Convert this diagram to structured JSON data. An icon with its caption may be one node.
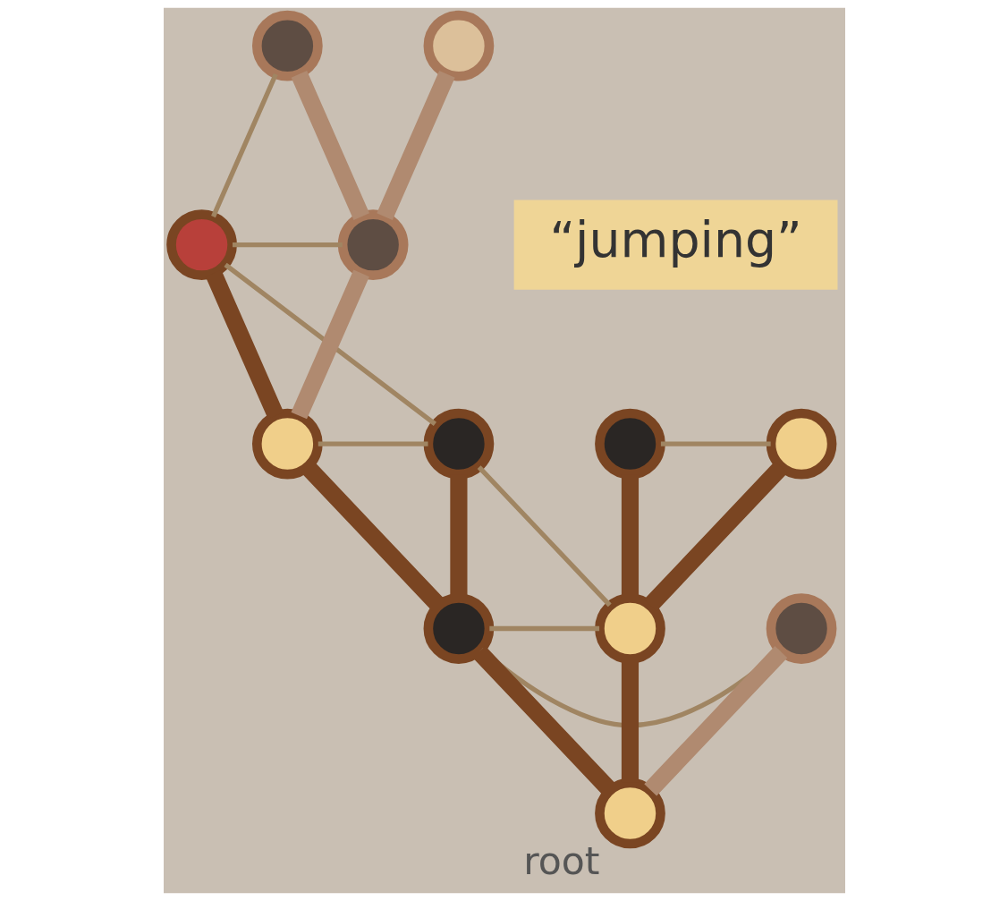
{
  "diagram": {
    "nodes": [
      {
        "text": [],
        "shape": "circle"
      },
      {
        "text": [],
        "shape": "circle"
      },
      {
        "text": [],
        "shape": "circle"
      },
      {
        "text": [],
        "shape": "circle"
      },
      {
        "text": [],
        "shape": "circle"
      },
      {
        "text": [],
        "shape": "circle"
      },
      {
        "text": [],
        "shape": "circle"
      },
      {
        "text": [],
        "shape": "circle"
      },
      {
        "text": [],
        "shape": "circle"
      },
      {
        "text": [],
        "shape": "circle"
      },
      {
        "text": [],
        "shape": "circle"
      },
      {
        "text": [],
        "shape": "circle",
        "beside": [
          "root"
        ]
      }
    ],
    "edges": [
      {
        "from": 11,
        "to": 6,
        "arrow": "none"
      },
      {
        "from": 11,
        "to": 8,
        "arrow": "none"
      },
      {
        "from": 11,
        "to": 10,
        "arrow": "none",
        "color": "#b08a70"
      },
      {
        "from": 6,
        "to": 5,
        "arrow": "none"
      },
      {
        "from": 6,
        "to": 3,
        "arrow": "none"
      },
      {
        "from": 3,
        "to": 1,
        "arrow": "none"
      },
      {
        "from": 3,
        "to": 2,
        "arrow": "none",
        "color": "#b08a70"
      },
      {
        "from": 2,
        "to": 0,
        "arrow": "none",
        "color": "#b08a70"
      },
      {
        "from": 2,
        "to": 4,
        "arrow": "none",
        "color": "#b08a70"
      },
      {
        "from": 8,
        "to": 7,
        "arrow": "none"
      },
      {
        "from": 8,
        "to": 9,
        "arrow": "none"
      },
      {
        "from": 0,
        "to": 1,
        "arrow": "none",
        "color": "#a08562"
      },
      {
        "from": 2,
        "to": 1,
        "arrow": "none",
        "color": "#a08562"
      },
      {
        "from": 1,
        "to": 5,
        "arrow": "none",
        "color": "#a08562"
      },
      {
        "from": 3,
        "to": 5,
        "arrow": "none",
        "color": "#a08562"
      },
      {
        "from": 6,
        "to": 8,
        "arrow": "none",
        "color": "#a08562"
      },
      {
        "from": 5,
        "to": 8,
        "arrow": "none",
        "color": "#a08562"
      },
      {
        "from": 6,
        "to": 10,
        "arrow": "none",
        "color": "#a08562"
      },
      {
        "from": 7,
        "to": 9,
        "arrow": "none",
        "color": "#a08562"
      }
    ],
    "labels": [
      "“jumping”"
    ]
  }
}
